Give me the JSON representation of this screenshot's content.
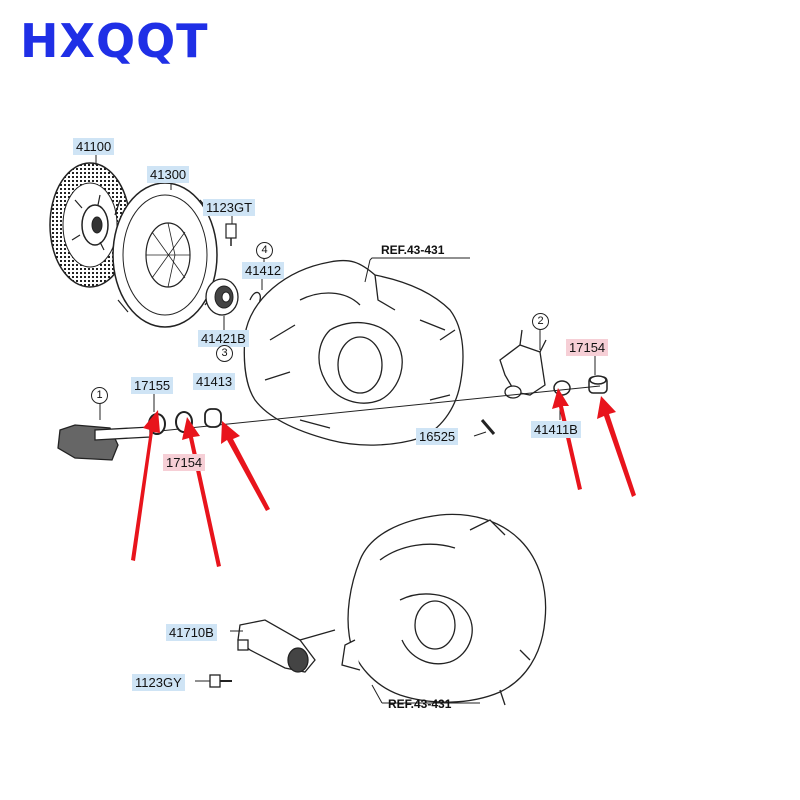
{
  "brand": "HXQQT",
  "refs": {
    "top": "REF.43-431",
    "bottom": "REF.43-431"
  },
  "callouts": {
    "c1": "1",
    "c2": "2",
    "c3": "3",
    "c4": "4"
  },
  "labels": {
    "p41100": "41100",
    "p41300": "41300",
    "p1123gt": "1123GT",
    "p41412": "41412",
    "p41421b": "41421B",
    "p17155": "17155",
    "p41413": "41413",
    "p17154_left": "17154",
    "p16525": "16525",
    "p41411b": "41411B",
    "p17154_right": "17154",
    "p41710b": "41710B",
    "p1123gy": "1123GY"
  },
  "colors": {
    "brand": "#1f2fe6",
    "label_blue": "#cfe4f5",
    "label_red": "#f6cfd6",
    "arrow": "#e8141c"
  }
}
